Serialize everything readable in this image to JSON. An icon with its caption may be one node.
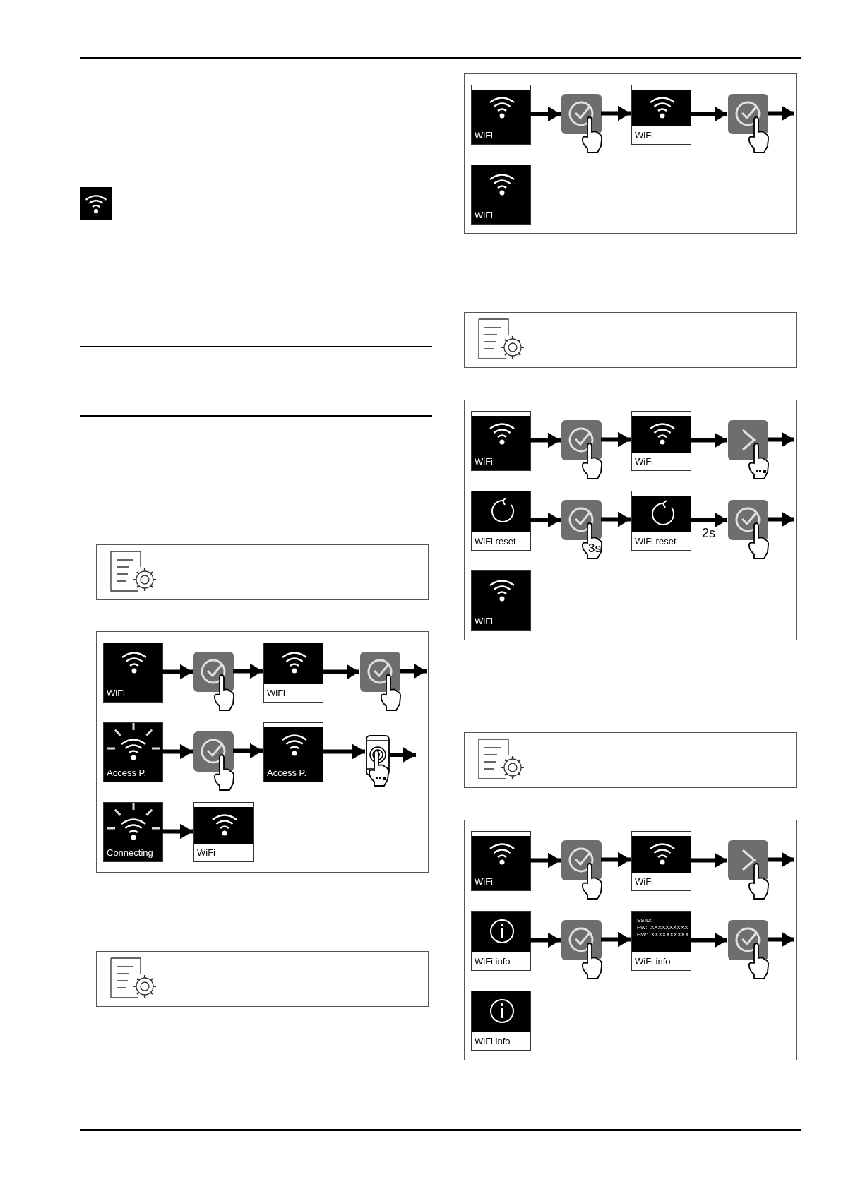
{
  "diagram": {
    "nodes": [
      {
        "text": [],
        "shape": "box"
      },
      {
        "text": [
          "WiFi"
        ],
        "in": 0
      },
      {
        "text": [],
        "shape": "box",
        "in": 0
      },
      {
        "text": [
          "WiFi"
        ],
        "in": 0
      },
      {
        "text": [],
        "shape": "box",
        "in": 0
      },
      {
        "text": [
          "WiFi"
        ],
        "in": 0
      },
      {
        "text": [],
        "shape": "box"
      },
      {
        "text": [
          "WiFi"
        ],
        "in": 6
      },
      {
        "text": [],
        "shape": "box",
        "in": 6
      },
      {
        "text": [
          "WiFi"
        ],
        "in": 6
      },
      {
        "text": [],
        "shape": "box",
        "in": 6
      },
      {
        "text": [
          "Access P."
        ],
        "in": 6
      },
      {
        "text": [],
        "shape": "box",
        "in": 6
      },
      {
        "text": [
          "Access P."
        ],
        "in": 6
      },
      {
        "text": [],
        "shape": "picture",
        "in": 6
      },
      {
        "text": [
          "Connecting"
        ],
        "in": 6
      },
      {
        "text": [
          "WiFi"
        ],
        "in": 6
      },
      {
        "text": [],
        "shape": "box"
      },
      {
        "text": [
          "WiFi"
        ],
        "in": 17
      },
      {
        "text": [],
        "shape": "box",
        "in": 17
      },
      {
        "text": [
          "WiFi"
        ],
        "in": 17
      },
      {
        "text": [],
        "shape": "box",
        "in": 17
      },
      {
        "text": [
          "WiFi reset"
        ],
        "in": 17
      },
      {
        "text": [],
        "shape": "box",
        "in": 17,
        "beside": [
          "3s"
        ]
      },
      {
        "text": [
          "WiFi reset"
        ],
        "in": 17
      },
      {
        "text": [],
        "shape": "box",
        "in": 17
      },
      {
        "text": [
          "WiFi"
        ],
        "in": 17
      },
      {
        "text": [],
        "shape": "box"
      },
      {
        "text": [
          "WiFi"
        ],
        "in": 27
      },
      {
        "text": [],
        "shape": "box",
        "in": 27
      },
      {
        "text": [
          "WiFi"
        ],
        "in": 27
      },
      {
        "text": [],
        "shape": "box",
        "in": 27
      },
      {
        "text": [
          "WiFi info"
        ],
        "in": 27
      },
      {
        "text": [],
        "shape": "box",
        "in": 27
      },
      {
        "text": [
          "SSID:",
          "FW:  XXXXXXXXXX",
          "HW:  XXXXXXXXXX",
          "WiFi info"
        ],
        "in": 27
      },
      {
        "text": [],
        "shape": "box",
        "in": 27
      },
      {
        "text": [
          "WiFi info"
        ],
        "in": 27
      }
    ],
    "edges": [
      {
        "from": 1,
        "to": 2,
        "arrow": "to"
      },
      {
        "from": 2,
        "to": 3,
        "arrow": "to"
      },
      {
        "from": 3,
        "to": 4,
        "arrow": "to"
      },
      {
        "from": 4,
        "to": null,
        "arrow": "to"
      },
      {
        "from": 7,
        "to": 8,
        "arrow": "to"
      },
      {
        "from": 8,
        "to": 9,
        "arrow": "to"
      },
      {
        "from": 9,
        "to": 10,
        "arrow": "to"
      },
      {
        "from": 10,
        "to": null,
        "arrow": "to"
      },
      {
        "from": 11,
        "to": 12,
        "arrow": "to"
      },
      {
        "from": 12,
        "to": 13,
        "arrow": "to"
      },
      {
        "from": 13,
        "to": 14,
        "arrow": "to"
      },
      {
        "from": 14,
        "to": null,
        "arrow": "to"
      },
      {
        "from": 15,
        "to": 16,
        "arrow": "to"
      },
      {
        "from": 18,
        "to": 19,
        "arrow": "to"
      },
      {
        "from": 19,
        "to": 20,
        "arrow": "to"
      },
      {
        "from": 20,
        "to": 21,
        "arrow": "to"
      },
      {
        "from": 21,
        "to": null,
        "arrow": "to"
      },
      {
        "from": 22,
        "to": 23,
        "arrow": "to"
      },
      {
        "from": 23,
        "to": 24,
        "arrow": "to"
      },
      {
        "from": 24,
        "to": 25,
        "arrow": "to",
        "label": "2s"
      },
      {
        "from": 25,
        "to": null,
        "arrow": "to"
      },
      {
        "from": 28,
        "to": 29,
        "arrow": "to"
      },
      {
        "from": 29,
        "to": 30,
        "arrow": "to"
      },
      {
        "from": 30,
        "to": 31,
        "arrow": "to"
      },
      {
        "from": 31,
        "to": null,
        "arrow": "to"
      },
      {
        "from": 32,
        "to": 33,
        "arrow": "to"
      },
      {
        "from": 33,
        "to": 34,
        "arrow": "to"
      },
      {
        "from": 34,
        "to": 35,
        "arrow": "to"
      },
      {
        "from": 35,
        "to": null,
        "arrow": "to"
      }
    ]
  }
}
